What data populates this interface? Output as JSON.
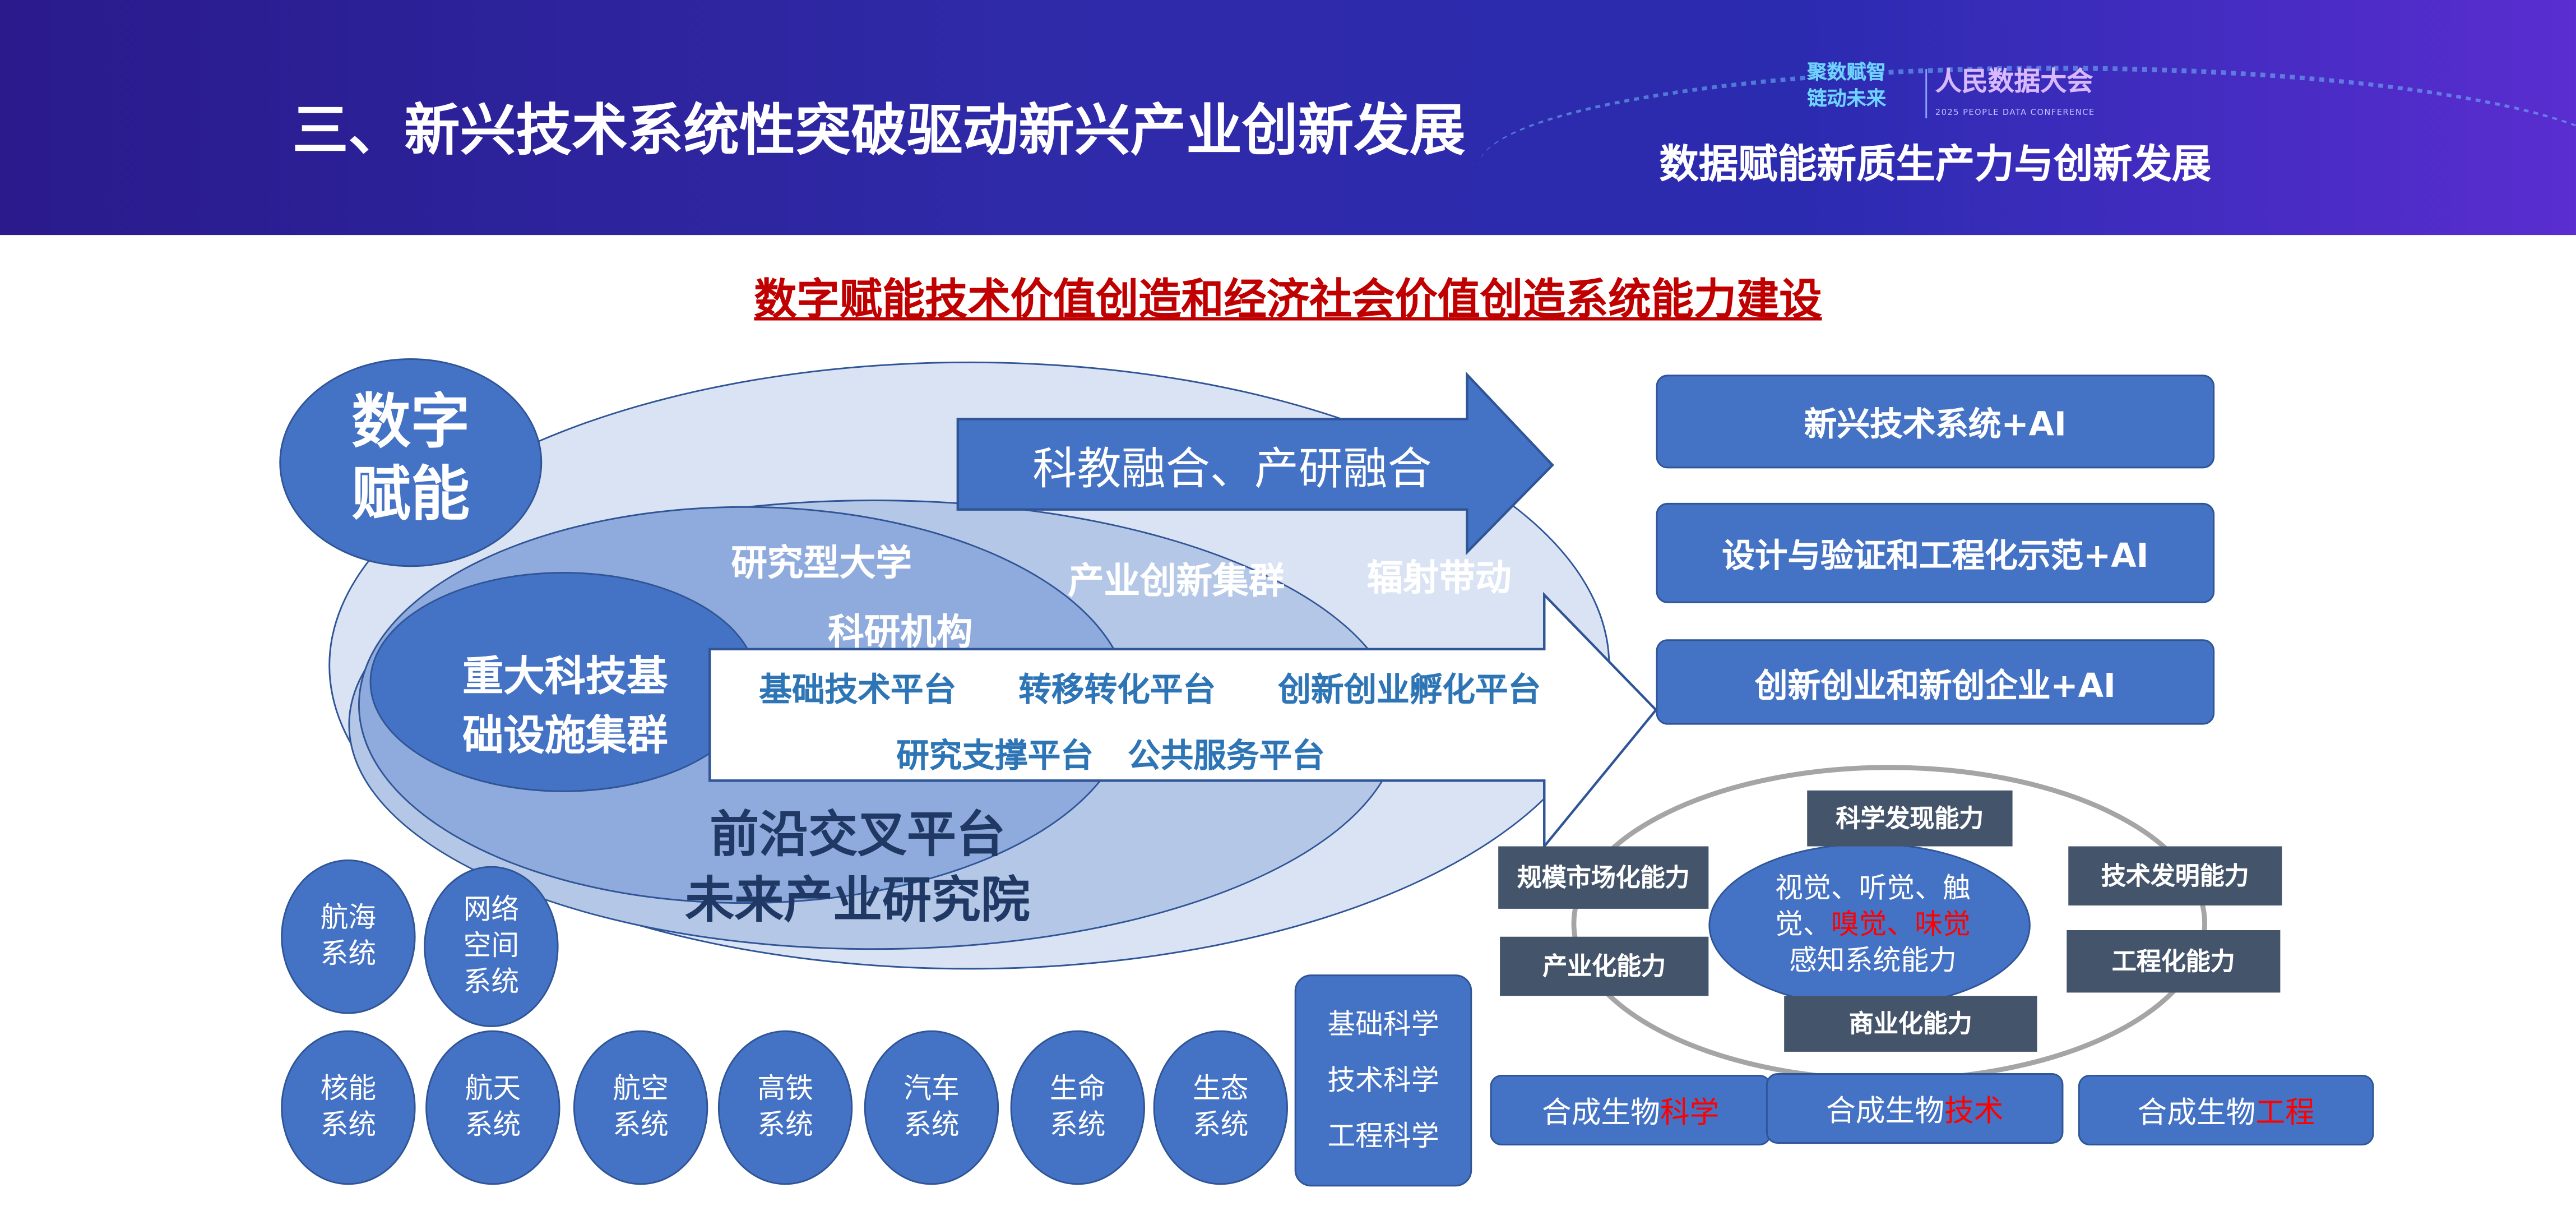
{
  "header": {
    "title": "三、新兴技术系统性突破驱动新兴产业创新发展",
    "logo_slogan_1": "聚数赋智",
    "logo_slogan_2": "链动未来",
    "logo_name": "人民数据大会",
    "logo_sub": "2025 PEOPLE DATA CONFERENCE",
    "subtitle": "数据赋能新质生产力与创新发展"
  },
  "heading": "数字赋能技术价值创造和经济社会价值创造系统能力建设",
  "diagram": {
    "digital": [
      "数字",
      "赋能"
    ],
    "arrow_top": "科教融合、产研融合",
    "research_univ": "研究型大学",
    "research_inst": "科研机构",
    "industry_cluster": "产业创新集群",
    "radiate": "辐射带动",
    "infra": [
      "重大科技基",
      "础设施集群"
    ],
    "frontier": "前沿交叉平台",
    "future": "未来产业研究院",
    "platforms_row1": [
      "基础技术平台",
      "转移转化平台",
      "创新创业孵化平台"
    ],
    "platforms_row2": [
      "研究支撑平台",
      "公共服务平台"
    ]
  },
  "right_boxes": [
    "新兴技术系统+AI",
    "设计与验证和工程化示范+AI",
    "创新创业和新创企业+AI"
  ],
  "capabilities": {
    "center_line1": "视觉、听觉、触",
    "center_line2_a": "觉、",
    "center_line2_b": "嗅觉、味觉",
    "center_line3": "感知系统能力",
    "items": [
      "科学发现能力",
      "规模市场化能力",
      "技术发明能力",
      "产业化能力",
      "工程化能力",
      "商业化能力"
    ]
  },
  "synbio": [
    {
      "prefix": "合成生物",
      "highlight": "科学"
    },
    {
      "prefix": "合成生物",
      "highlight": "技术"
    },
    {
      "prefix": "合成生物",
      "highlight": "工程"
    }
  ],
  "systems_row1": [
    [
      "航海",
      "系统"
    ],
    [
      "网络",
      "空间",
      "系统"
    ]
  ],
  "systems_row2": [
    [
      "核能",
      "系统"
    ],
    [
      "航天",
      "系统"
    ],
    [
      "航空",
      "系统"
    ],
    [
      "高铁",
      "系统"
    ],
    [
      "汽车",
      "系统"
    ],
    [
      "生命",
      "系统"
    ],
    [
      "生态",
      "系统"
    ]
  ],
  "sciences": [
    "基础科学",
    "技术科学",
    "工程科学"
  ],
  "colors": {
    "blue": "#4472c4",
    "slate": "#44546a",
    "red": "#c00000",
    "navy": "#1f3864"
  }
}
